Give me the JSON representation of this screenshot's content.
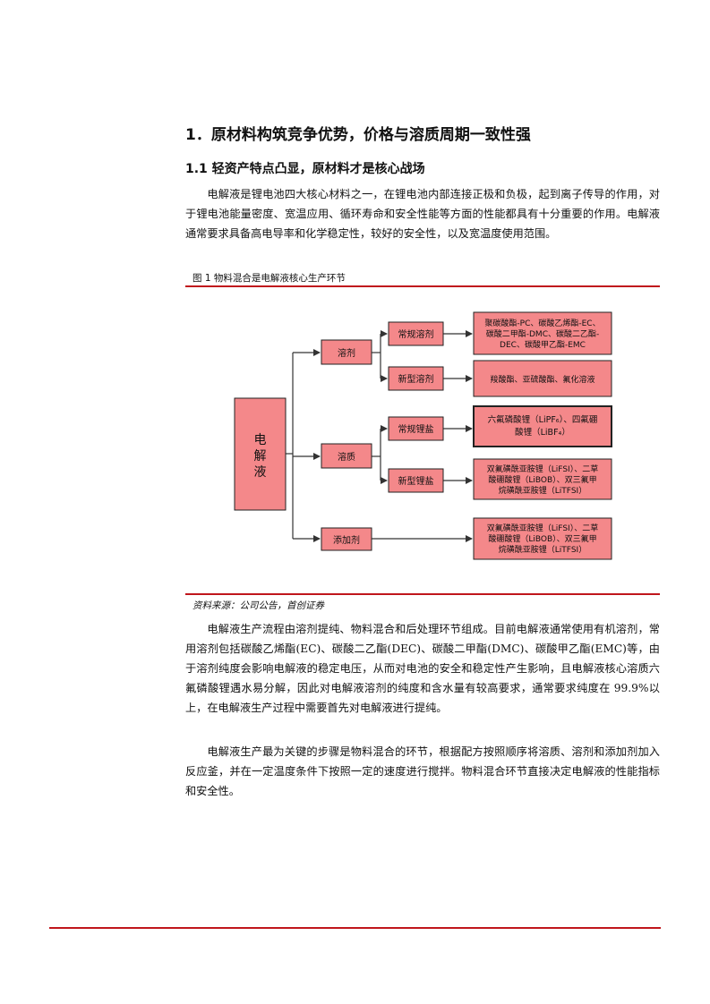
{
  "section": {
    "heading": "1．原材料构筑竞争优势，价格与溶质周期一致性强",
    "subheading": "1.1 轻资产特点凸显，原材料才是核心战场"
  },
  "paragraphs": {
    "p1": "电解液是锂电池四大核心材料之一，在锂电池内部连接正极和负极，起到离子传导的作用，对于锂电池能量密度、宽温应用、循环寿命和安全性能等方面的性能都具有十分重要的作用。电解液通常要求具备高电导率和化学稳定性，较好的安全性，以及宽温度使用范围。",
    "p2": "电解液生产流程由溶剂提纯、物料混合和后处理环节组成。目前电解液通常使用有机溶剂，常用溶剂包括碳酸乙烯酯(EC)、碳酸二乙酯(DEC)、碳酸二甲酯(DMC)、碳酸甲乙酯(EMC)等，由于溶剂纯度会影响电解液的稳定电压，从而对电池的安全和稳定性产生影响，且电解液核心溶质六氟磷酸锂遇水易分解，因此对电解液溶剂的纯度和含水量有较高要求，通常要求纯度在 99.9%以上，在电解液生产过程中需要首先对电解液进行提纯。",
    "p3": "电解液生产最为关键的步骤是物料混合的环节，根据配方按照顺序将溶质、溶剂和添加剂加入反应釜，并在一定温度条件下按照一定的速度进行搅拌。物料混合环节直接决定电解液的性能指标和安全性。"
  },
  "figure": {
    "caption": "图 1 物料混合是电解液核心生产环节",
    "source": "资料来源：公司公告，首创证券",
    "root": [
      "电",
      "解",
      "液"
    ],
    "level1": [
      "溶剂",
      "溶质",
      "添加剂"
    ],
    "level2": [
      "常规溶剂",
      "新型溶剂",
      "常规锂盐",
      "新型锂盐"
    ],
    "leaves": {
      "regular_solvent": [
        "聚碳酸酯-PC、碳酸乙烯酯-EC、",
        "碳酸二甲酯-DMC、碳酸二乙酯-",
        "DEC、碳酸甲乙酯-EMC"
      ],
      "new_solvent": [
        "羧酸酯、亚硫酸酯、氟化溶液"
      ],
      "regular_salt": [
        "六氟磷酸锂（LiPF₆）、四氟硼",
        "酸锂（LiBF₄）"
      ],
      "new_salt": [
        "双氟磺酰亚胺锂（LiFSI）、二草",
        "酸硼酸锂（LiBOB）、双三氟甲",
        "烷磺酰亚胺锂（LiTFSI）"
      ],
      "additive": [
        "双氟磺酰亚胺锂（LiFSI）、二草",
        "酸硼酸锂（LiBOB）、双三氟甲",
        "烷磺酰亚胺锂（LiTFSI）"
      ]
    },
    "colors": {
      "box_fill": "#f4888a",
      "box_stroke": "#222222",
      "accent": "#c0161c"
    }
  }
}
